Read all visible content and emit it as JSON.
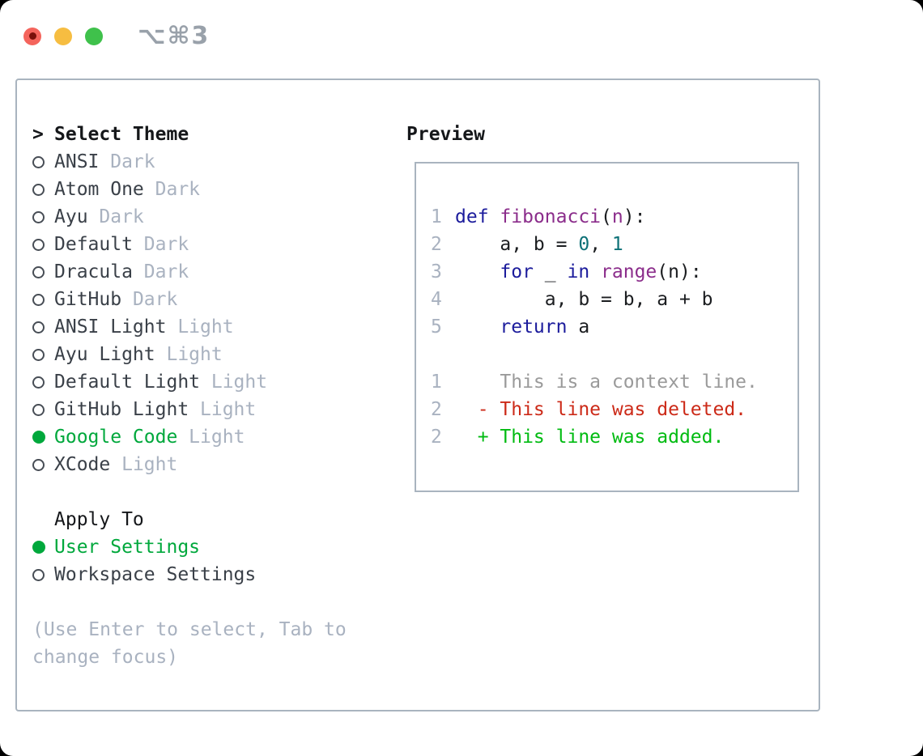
{
  "titlebar": {
    "shortcut": "⌥⌘3",
    "traffic_lights": [
      "close",
      "minimize",
      "zoom"
    ]
  },
  "theme_panel": {
    "header": {
      "prefix": ">",
      "label": "Select Theme"
    },
    "items": [
      {
        "name": "ANSI",
        "variant": "Dark",
        "selected": false
      },
      {
        "name": "Atom One",
        "variant": "Dark",
        "selected": false
      },
      {
        "name": "Ayu",
        "variant": "Dark",
        "selected": false
      },
      {
        "name": "Default",
        "variant": "Dark",
        "selected": false
      },
      {
        "name": "Dracula",
        "variant": "Dark",
        "selected": false
      },
      {
        "name": "GitHub",
        "variant": "Dark",
        "selected": false
      },
      {
        "name": "ANSI Light",
        "variant": "Light",
        "selected": false
      },
      {
        "name": "Ayu Light",
        "variant": "Light",
        "selected": false
      },
      {
        "name": "Default Light",
        "variant": "Light",
        "selected": false
      },
      {
        "name": "GitHub Light",
        "variant": "Light",
        "selected": false
      },
      {
        "name": "Google Code",
        "variant": "Light",
        "selected": true
      },
      {
        "name": "XCode",
        "variant": "Light",
        "selected": false
      }
    ],
    "apply_to": {
      "label": "Apply To",
      "options": [
        {
          "name": "User Settings",
          "selected": true
        },
        {
          "name": "Workspace Settings",
          "selected": false
        }
      ]
    },
    "hint_lines": [
      "(Use Enter to select, Tab to",
      "change focus)"
    ]
  },
  "preview": {
    "label": "Preview",
    "code_lines": [
      {
        "num": "1",
        "segments": [
          [
            "kwd",
            "def"
          ],
          [
            "plain",
            " "
          ],
          [
            "fn",
            "fibonacci"
          ],
          [
            "plain",
            "("
          ],
          [
            "fn",
            "n"
          ],
          [
            "plain",
            "):"
          ]
        ]
      },
      {
        "num": "2",
        "segments": [
          [
            "plain",
            "    a, b = "
          ],
          [
            "lit",
            "0"
          ],
          [
            "plain",
            ", "
          ],
          [
            "lit",
            "1"
          ]
        ]
      },
      {
        "num": "3",
        "segments": [
          [
            "plain",
            "    "
          ],
          [
            "kwd",
            "for"
          ],
          [
            "plain",
            " _ "
          ],
          [
            "kwd",
            "in"
          ],
          [
            "plain",
            " "
          ],
          [
            "fn",
            "range"
          ],
          [
            "plain",
            "(n):"
          ]
        ]
      },
      {
        "num": "4",
        "segments": [
          [
            "plain",
            "        a, b = b, a + b"
          ]
        ]
      },
      {
        "num": "5",
        "segments": [
          [
            "plain",
            "    "
          ],
          [
            "kwd",
            "return"
          ],
          [
            "plain",
            " a"
          ]
        ]
      },
      {
        "num": "",
        "segments": []
      },
      {
        "num": "1",
        "segments": [
          [
            "ctx",
            "    This is a context line."
          ]
        ]
      },
      {
        "num": "2",
        "segments": [
          [
            "del",
            "  - This line was deleted."
          ]
        ]
      },
      {
        "num": "2",
        "segments": [
          [
            "add",
            "  + This line was added."
          ]
        ]
      }
    ]
  },
  "colors": {
    "c-dark": "#3a4048",
    "c-black": "#15171a",
    "c-muted": "#a9b2c0",
    "c-green": "#00a83c",
    "c-ring": "#474d55",
    "c-border": "#a9b4bf",
    "c-kwd": "#1c1c9c",
    "c-fn": "#8b2d8b",
    "c-lit": "#0d7177",
    "c-plain": "#1b1d20",
    "c-ctx": "#9a9a9a",
    "c-del": "#cc2a18",
    "c-add": "#00bb11",
    "c-shortcut": "#99a1aa",
    "tl-red": "#f4645c",
    "tl-red-dot": "#7a100a",
    "tl-yellow": "#f6bd41",
    "tl-green": "#3fc14b"
  }
}
